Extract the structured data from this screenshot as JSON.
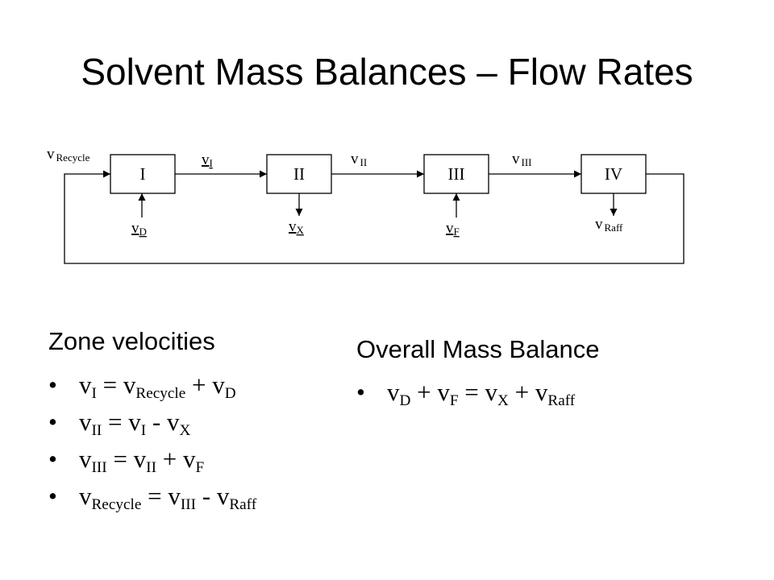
{
  "title": "Solvent Mass Balances – Flow Rates",
  "diagram": {
    "zones": [
      "I",
      "II",
      "III",
      "IV"
    ],
    "flow_symbol": "v",
    "recycle_sub": "Recycle",
    "zone_flow_subs": [
      "I",
      "II",
      "III"
    ],
    "port_subs": [
      "D",
      "X",
      "F",
      "Raff"
    ]
  },
  "left": {
    "heading": "Zone velocities",
    "bullet_glyph": "•",
    "equations": [
      [
        {
          "t": "v"
        },
        {
          "s": "I"
        },
        {
          "t": " = v"
        },
        {
          "s": "Recycle"
        },
        {
          "t": " + v"
        },
        {
          "s": "D"
        }
      ],
      [
        {
          "t": "v"
        },
        {
          "s": "II"
        },
        {
          "t": " = v"
        },
        {
          "s": "I"
        },
        {
          "t": " - v"
        },
        {
          "s": "X"
        }
      ],
      [
        {
          "t": "v"
        },
        {
          "s": "III"
        },
        {
          "t": " = v"
        },
        {
          "s": "II"
        },
        {
          "t": " + v"
        },
        {
          "s": "F"
        }
      ],
      [
        {
          "t": "v"
        },
        {
          "s": "Recycle"
        },
        {
          "t": " = v"
        },
        {
          "s": "III"
        },
        {
          "t": " - v"
        },
        {
          "s": "Raff"
        }
      ]
    ]
  },
  "right": {
    "heading": "Overall Mass Balance",
    "equations": [
      [
        {
          "t": "v"
        },
        {
          "s": "D"
        },
        {
          "t": " + v"
        },
        {
          "s": "F"
        },
        {
          "t": " = v"
        },
        {
          "s": "X"
        },
        {
          "t": " + v"
        },
        {
          "s": "Raff"
        }
      ]
    ]
  }
}
